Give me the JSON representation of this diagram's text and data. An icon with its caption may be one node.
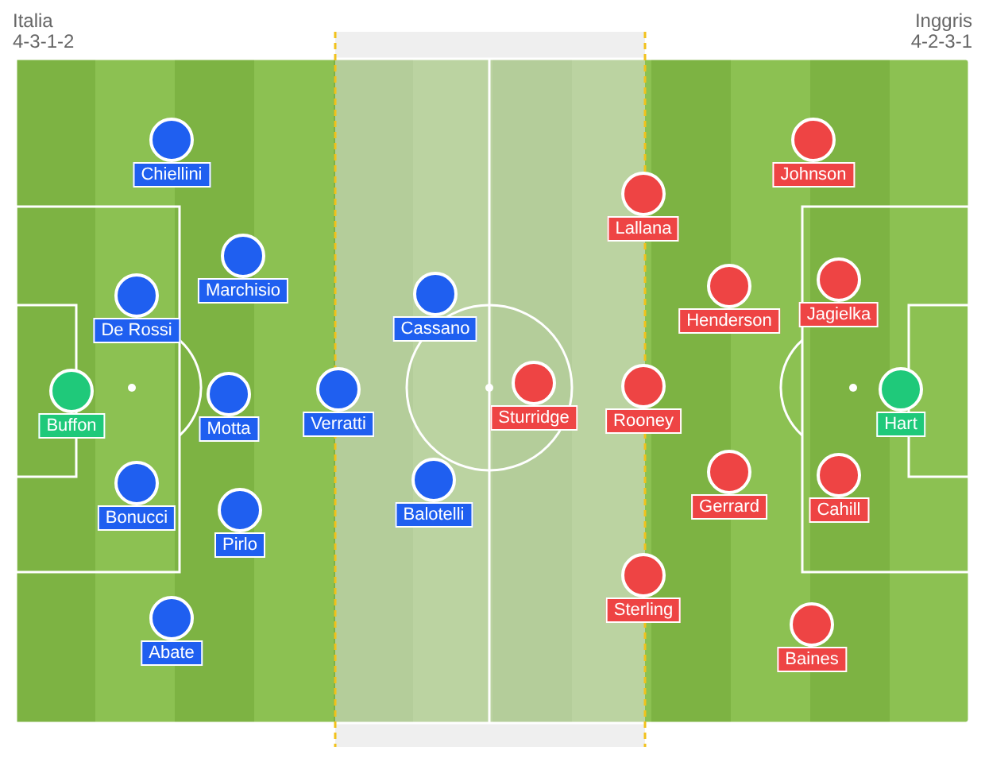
{
  "diagram": {
    "nodes": [
      {
        "text": [
          "Chiellini"
        ]
      },
      {
        "text": [
          "Marchisio"
        ]
      },
      {
        "text": [
          "De Rossi"
        ]
      },
      {
        "text": [
          "Buffon"
        ]
      },
      {
        "text": [
          "Motta"
        ]
      },
      {
        "text": [
          "Verratti"
        ]
      },
      {
        "text": [
          "Bonucci"
        ]
      },
      {
        "text": [
          "Pirlo"
        ]
      },
      {
        "text": [
          "Abate"
        ]
      },
      {
        "text": [
          "Cassano"
        ]
      },
      {
        "text": [
          "Balotelli"
        ]
      },
      {
        "text": [
          "Johnson"
        ]
      },
      {
        "text": [
          "Lallana"
        ]
      },
      {
        "text": [
          "Henderson"
        ]
      },
      {
        "text": [
          "Jagielka"
        ]
      },
      {
        "text": [
          "Hart"
        ]
      },
      {
        "text": [
          "Sturridge"
        ]
      },
      {
        "text": [
          "Rooney"
        ]
      },
      {
        "text": [
          "Gerrard"
        ]
      },
      {
        "text": [
          "Cahill"
        ]
      },
      {
        "text": [
          "Sterling"
        ]
      },
      {
        "text": [
          "Baines"
        ]
      }
    ],
    "edges": [],
    "labels": [
      "Italia",
      "4-3-1-2",
      "Inggris",
      "4-2-3-1"
    ]
  }
}
